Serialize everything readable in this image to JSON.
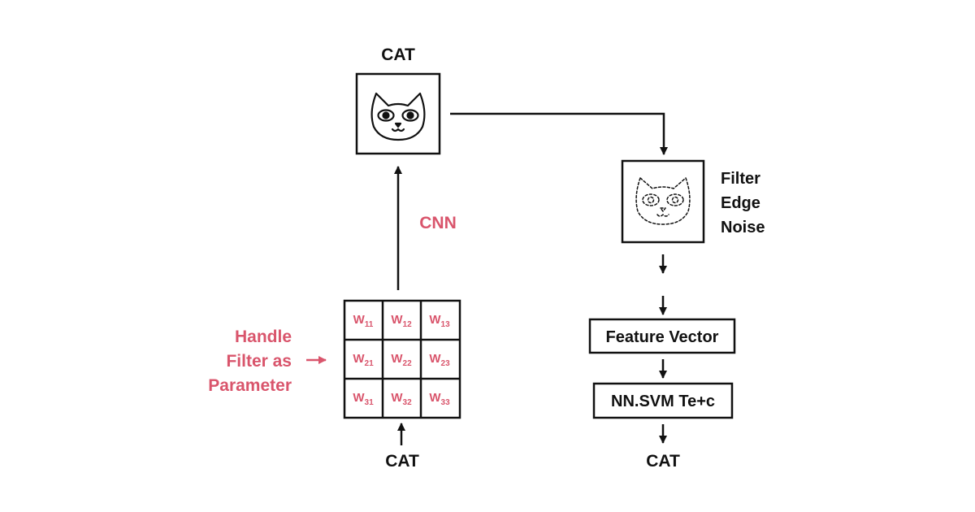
{
  "colors": {
    "ink": "#111111",
    "accent": "#d9556c",
    "background": "#ffffff"
  },
  "cnn_path": {
    "top_label": "CAT",
    "top_icon": "cat-face-icon",
    "arrow_label": "CNN",
    "side_label_lines": [
      "Handle",
      "Filter as",
      "Parameter"
    ],
    "filter_matrix": [
      [
        {
          "base": "W",
          "sub": "11"
        },
        {
          "base": "W",
          "sub": "12"
        },
        {
          "base": "W",
          "sub": "13"
        }
      ],
      [
        {
          "base": "W",
          "sub": "21"
        },
        {
          "base": "W",
          "sub": "22"
        },
        {
          "base": "W",
          "sub": "23"
        }
      ],
      [
        {
          "base": "W",
          "sub": "31"
        },
        {
          "base": "W",
          "sub": "32"
        },
        {
          "base": "W",
          "sub": "33"
        }
      ]
    ],
    "bottom_label": "CAT"
  },
  "classic_path": {
    "filter_icon": "dashed-cat-face-icon",
    "filter_notes": [
      "Filter",
      "Edge",
      "Noise"
    ],
    "feature_vector_label": "Feature Vector",
    "classifier_label": "NN.SVM Te+c",
    "bottom_label": "CAT"
  }
}
